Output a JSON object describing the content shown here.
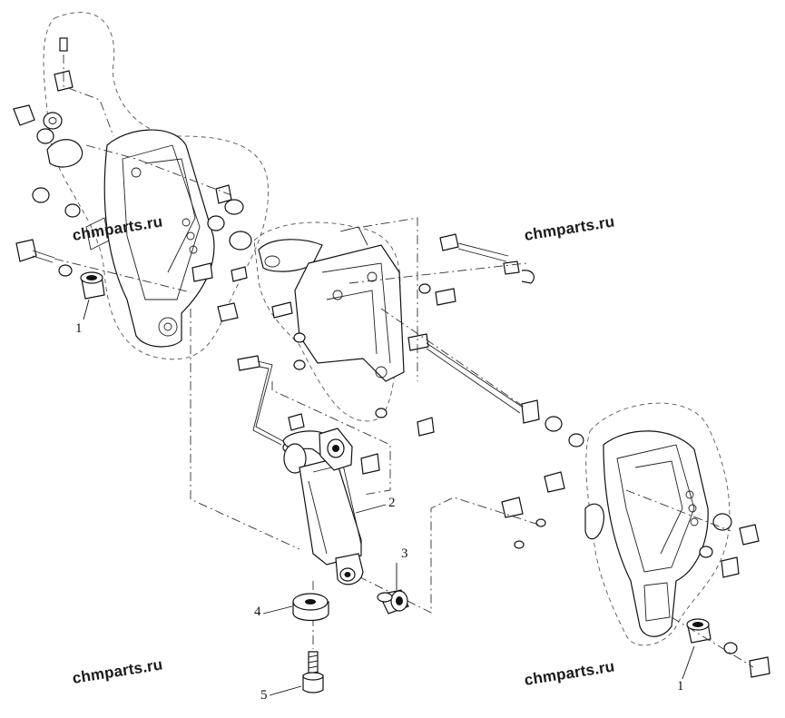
{
  "watermarks": [
    "chmparts.ru",
    "chmparts.ru",
    "chmparts.ru",
    "chmparts.ru"
  ],
  "callouts": {
    "c1_left": "1",
    "c2": "2",
    "c3": "3",
    "c4": "4",
    "c5": "5",
    "c1_right": "1"
  },
  "colors": {
    "line": "#111111",
    "background": "#ffffff"
  }
}
